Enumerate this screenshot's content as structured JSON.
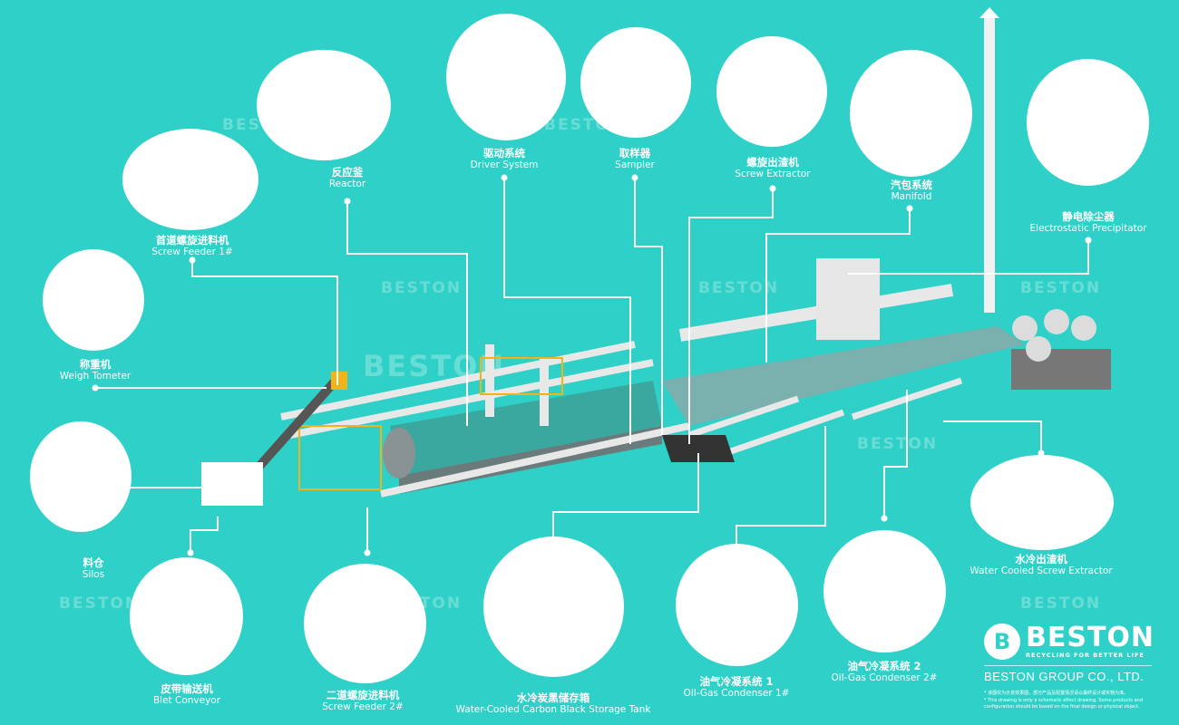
{
  "brand": {
    "name": "BESTON",
    "tagline": "RECYCLING FOR BETTER LIFE",
    "company": "BESTON GROUP CO., LTD.",
    "note_zh": "* 该图仅为示意效果图，部分产品及配置情况请以最终设计或实物为准。",
    "note_en": "* This drawing is only a schematic effect drawing. Some products and configuration should be based on the final design or physical object."
  },
  "watermark": "BESTON",
  "colors": {
    "background": "#2fd0c7",
    "machine": "#3aa89f",
    "pipe": "#e8e8e8",
    "accent": "#f2b318"
  },
  "components": [
    {
      "zh": "首道螺旋进料机",
      "en": "Screw Feeder 1#"
    },
    {
      "zh": "称重机",
      "en": "Weigh Tometer"
    },
    {
      "zh": "反应釜",
      "en": "Reactor"
    },
    {
      "zh": "驱动系统",
      "en": "Driver System"
    },
    {
      "zh": "取样器",
      "en": "Sampler"
    },
    {
      "zh": "螺旋出渣机",
      "en": "Screw Extractor"
    },
    {
      "zh": "汽包系统",
      "en": "Manifold"
    },
    {
      "zh": "静电除尘器",
      "en": "Electrostatic Precipitator"
    },
    {
      "zh": "料仓",
      "en": "Silos"
    },
    {
      "zh": "皮带输送机",
      "en": "Blet Conveyor"
    },
    {
      "zh": "二道螺旋进料机",
      "en": "Screw Feeder 2#"
    },
    {
      "zh": "水冷炭黑储存箱",
      "en": "Water-Cooled Carbon Black Storage Tank"
    },
    {
      "zh": "油气冷凝系统 1",
      "en": "Oil-Gas Condenser 1#"
    },
    {
      "zh": "油气冷凝系统 2",
      "en": "Oil-Gas Condenser 2#"
    },
    {
      "zh": "水冷出渣机",
      "en": "Water Cooled Screw Extractor"
    }
  ]
}
